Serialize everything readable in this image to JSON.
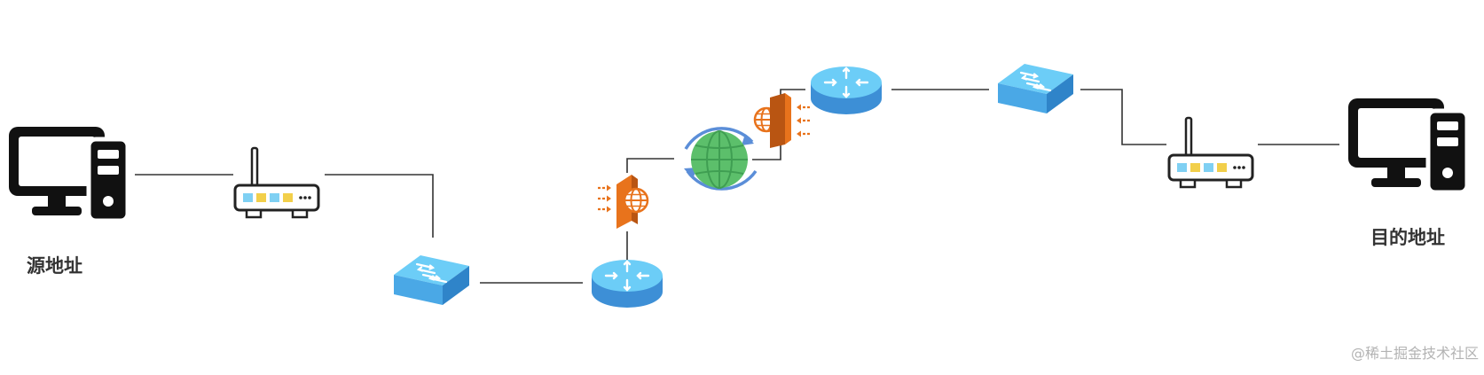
{
  "diagram": {
    "source_label": "源地址",
    "destination_label": "目的地址",
    "watermark": "@稀土掘金技术社区"
  },
  "colors": {
    "line": "#333333",
    "device_blue_top": "#6ccdf7",
    "device_blue_side": "#3d8fd6",
    "firewall_orange": "#e8731c",
    "internet_green": "#5cbf6b",
    "sync_ring_blue": "#5b8ed8",
    "router_port_blue": "#7fd0f3",
    "router_port_yellow": "#f2cf4a",
    "computer_black": "#111111",
    "label_text": "#333333",
    "watermark_text": "#b3b3b3"
  },
  "icons": [
    "source-computer-icon",
    "wireless-router-icon",
    "switch-icon",
    "router-icon",
    "firewall-icon",
    "internet-globe-icon",
    "destination-computer-icon"
  ]
}
